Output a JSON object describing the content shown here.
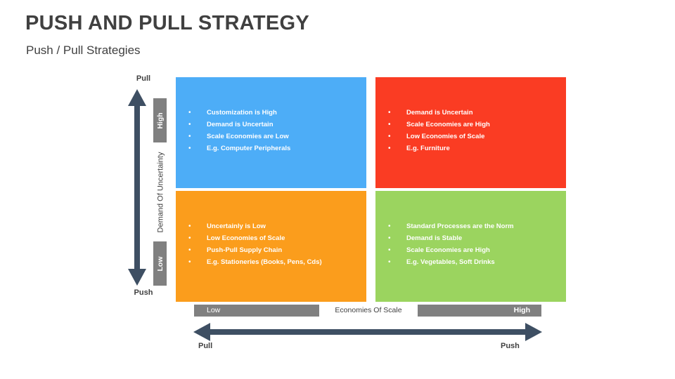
{
  "header": {
    "title": "PUSH AND PULL STRATEGY",
    "subtitle": "Push / Pull Strategies"
  },
  "colors": {
    "blue": "#4DADF7",
    "red": "#FA3C23",
    "orange": "#FB9D1C",
    "green": "#9BD45F",
    "gray_bar": "#808080",
    "arrow": "#3E4F63",
    "text_dark": "#404040"
  },
  "vertical_axis": {
    "top_label": "Pull",
    "bottom_label": "Push",
    "name": "Demand Of Uncertainty",
    "high_tab": "High",
    "low_tab": "Low",
    "arrow_icon": "double-headed-vertical-arrow"
  },
  "horizontal_axis": {
    "left_label": "Pull",
    "right_label": "Push",
    "name": "Economies Of Scale",
    "low_tab": "Low",
    "high_tab": "High",
    "arrow_icon": "double-headed-horizontal-arrow"
  },
  "quadrants": [
    {
      "id": "top-left",
      "color": "#4DADF7",
      "bullet": "•",
      "items": [
        "Customization is High",
        "Demand is Uncertain",
        "Scale Economies are Low",
        "E.g. Computer Peripherals"
      ]
    },
    {
      "id": "top-right",
      "color": "#FA3C23",
      "bullet": "•",
      "items": [
        "Demand is Uncertain",
        "Scale Economies are High",
        "Low Economies of Scale",
        "E.g. Furniture"
      ]
    },
    {
      "id": "bottom-left",
      "color": "#FB9D1C",
      "bullet": "•",
      "items": [
        "Uncertainly is Low",
        "Low Economies of Scale",
        "Push-Pull Supply Chain",
        "E.g. Stationeries (Books, Pens, Cds)"
      ]
    },
    {
      "id": "bottom-right",
      "color": "#9BD45F",
      "bullet": "•",
      "items": [
        "Standard Processes are the Norm",
        "Demand is Stable",
        "Scale Economies are High",
        "E.g. Vegetables, Soft Drinks"
      ]
    }
  ]
}
